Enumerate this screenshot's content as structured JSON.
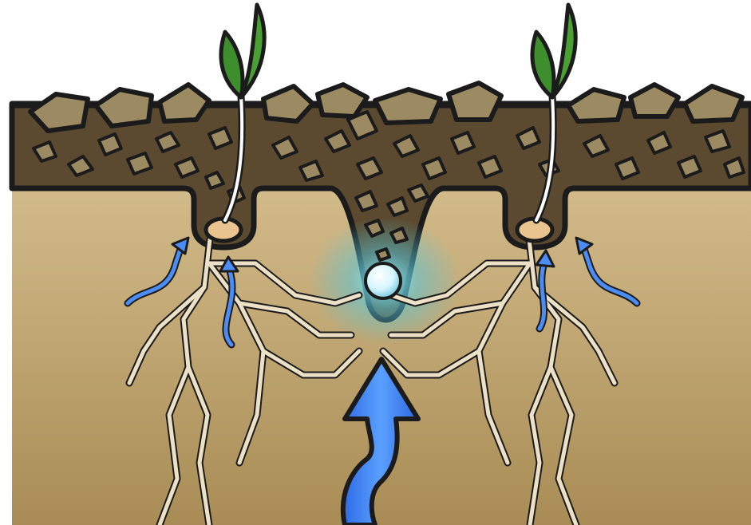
{
  "diagram": {
    "colors": {
      "background": "#ffffff",
      "outline": "#1b1b1b",
      "topsoil": "#5b4a30",
      "rock_fill": "#9c8a62",
      "subsoil_light": "#c9b07f",
      "subsoil_dark": "#a88b55",
      "root": "#ece0c6",
      "seed": "#e9c48e",
      "leaf": "#3e8e2e",
      "stem": "#ffffff",
      "water_arrow": "#3f7ef0",
      "water_glow": "#7ee0f0"
    },
    "elements": [
      {
        "name": "surface-soil-layer",
        "icon": "soil-texture-icon"
      },
      {
        "name": "seedling-left",
        "icon": "seedling-icon"
      },
      {
        "name": "seedling-right",
        "icon": "seedling-icon"
      },
      {
        "name": "seed-left",
        "icon": "seed-icon"
      },
      {
        "name": "seed-right",
        "icon": "seed-icon"
      },
      {
        "name": "soil-funnel",
        "icon": "funnel-icon"
      },
      {
        "name": "water-droplet",
        "icon": "water-drop-icon"
      },
      {
        "name": "root-network",
        "icon": "roots-icon"
      },
      {
        "name": "large-water-arrow",
        "icon": "arrow-up-icon"
      },
      {
        "name": "small-water-arrows",
        "icon": "arrow-up-icon"
      }
    ]
  }
}
